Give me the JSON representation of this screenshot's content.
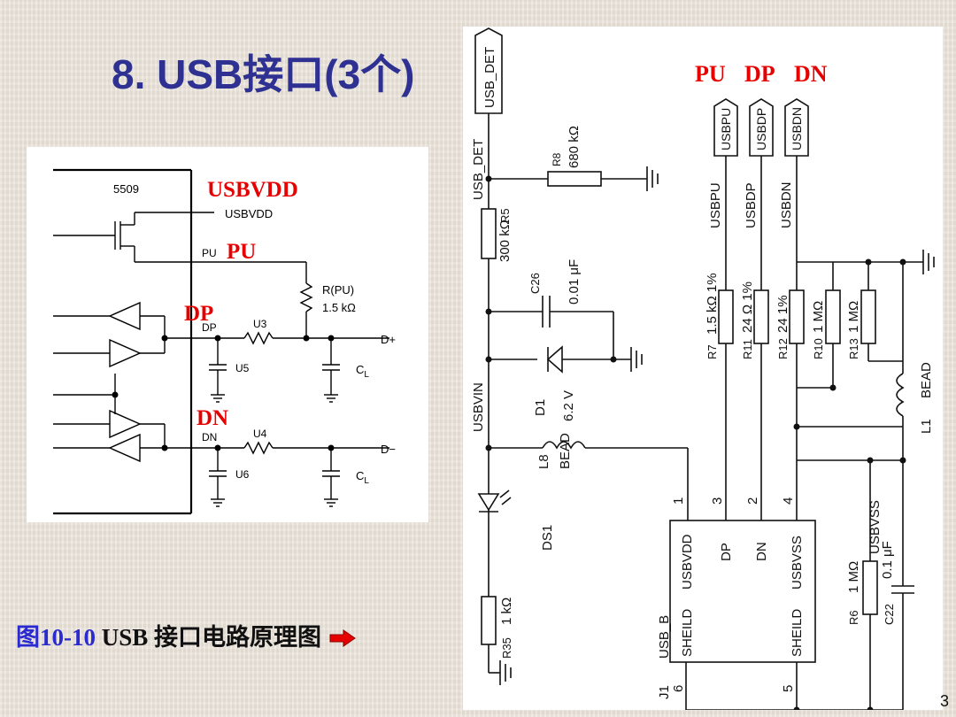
{
  "slide": {
    "title": "8. USB接口(3个)",
    "page_number": "3"
  },
  "caption": {
    "prefix": "图10-10",
    "rest": " USB 接口电路原理图",
    "arrow_icon": "red-right-arrow-icon"
  },
  "left_diagram": {
    "chip": "5509",
    "usbvdd_pin": "USBVDD",
    "pu_pin": "PU",
    "dp_pin": "DP",
    "dn_pin": "DN",
    "red_usbvdd": "USBVDD",
    "red_pu": "PU",
    "red_dp": "DP",
    "red_dn": "DN",
    "resistor_label": "R(PU)",
    "resistor_value": "1.5 kΩ",
    "u3": "U3",
    "u4": "U4",
    "u5": "U5",
    "u6": "U6",
    "dplus": "D+",
    "dminus": "D−",
    "cl": "C",
    "cl_sub": "L",
    "highlight_color": "#e60000"
  },
  "right_diagram": {
    "header_pu": "PU",
    "header_dp": "DP",
    "header_dn": "DN",
    "usb_det_port": "USB_DET",
    "usb_det_net": "USB_DET",
    "usbpu_port": "USBPU",
    "usbdp_port": "USBDP",
    "usbdn_port": "USBDN",
    "usbpu_net": "USBPU",
    "usbdp_net": "USBDP",
    "usbdn_net": "USBDN",
    "r8_name": "R8",
    "r8_value": "680 kΩ",
    "r5_value": "300 kΩ",
    "r5_name": "R5",
    "c26_name": "C26",
    "c26_value": "0.01 μF",
    "d1_name": "D1",
    "d1_value": "6.2 V",
    "usbvin_net": "USBVIN",
    "l8_name": "L8",
    "l8_value": "BEAD",
    "ds1_name": "DS1",
    "r35_value": "1 kΩ",
    "r35_name": "R35",
    "r7_name": "R7",
    "r7_value": "1.5 kΩ 1%",
    "r11_name": "R11",
    "r11_value": "24 Ω 1%",
    "r12_name": "R12",
    "r12_value": "24 1%",
    "r10_name": "R10",
    "r10_value": "1 MΩ",
    "r13_name": "R13",
    "r13_value": "1 MΩ",
    "l1_name": "L1",
    "l1_value": "BEAD",
    "pin1": "1",
    "pin2": "2",
    "pin3": "3",
    "pin4": "4",
    "pin5": "5",
    "pin6": "6",
    "connector_name": "USB_B",
    "j1_name": "J1",
    "pin_usbvdd": "USBVDD",
    "pin_dp": "DP",
    "pin_dn": "DN",
    "pin_usbvss": "USBVSS",
    "pin_sheild_left": "SHEILD",
    "pin_sheild_right": "SHEILD",
    "usbvss_net": "USBVSS",
    "r6_name": "R6",
    "r6_value": "1 MΩ",
    "c22_name": "C22",
    "c22_value": "0.1 μF",
    "highlight_color": "#e60000"
  }
}
